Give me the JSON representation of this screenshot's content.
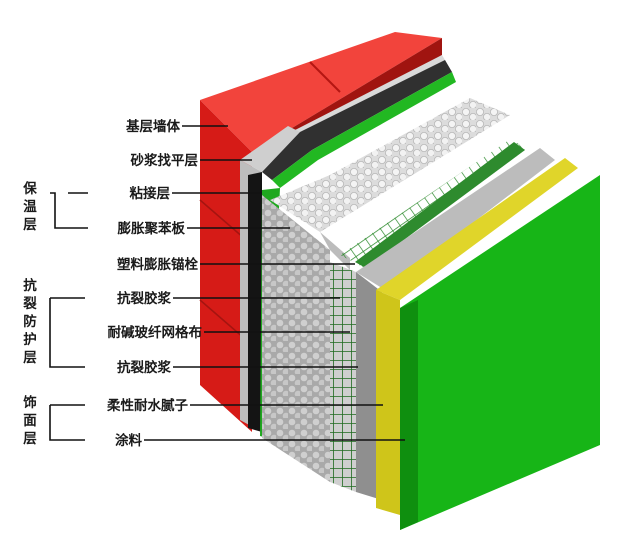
{
  "layers": [
    {
      "id": "base-wall",
      "label": "基层墙体"
    },
    {
      "id": "mortar-leveling",
      "label": "砂浆找平层"
    },
    {
      "id": "adhesive",
      "label": "粘接层"
    },
    {
      "id": "eps-board",
      "label": "膨胀聚苯板"
    },
    {
      "id": "plastic-anchor",
      "label": "塑料膨胀锚栓"
    },
    {
      "id": "anti-crack-mortar-1",
      "label": "抗裂胶浆"
    },
    {
      "id": "alkali-mesh",
      "label": "耐碱玻纤网格布"
    },
    {
      "id": "anti-crack-mortar-2",
      "label": "抗裂胶浆"
    },
    {
      "id": "flexible-putty",
      "label": "柔性耐水腻子"
    },
    {
      "id": "paint",
      "label": "涂料"
    }
  ],
  "groups": [
    {
      "id": "insulation",
      "chars": [
        "保",
        "温",
        "层"
      ]
    },
    {
      "id": "anti-crack",
      "chars": [
        "抗",
        "裂",
        "防",
        "护",
        "层"
      ]
    },
    {
      "id": "finish",
      "chars": [
        "饰",
        "面",
        "层"
      ]
    }
  ],
  "colors": {
    "brick": "#e0201c",
    "brick_dark": "#b51612",
    "mortar": "#c9c9c9",
    "dark_layer": "#2b2b2b",
    "green": "#1fb51f",
    "foam": "#e9e9e9",
    "mesh": "#1a6a1a",
    "grey_layer": "#8c8c8c",
    "yellow": "#d7cf1e"
  }
}
